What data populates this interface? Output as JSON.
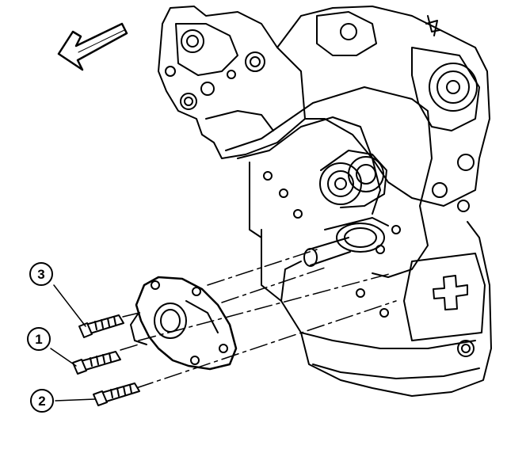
{
  "callouts": [
    {
      "id": "3",
      "label": "3"
    },
    {
      "id": "1",
      "label": "1"
    },
    {
      "id": "2",
      "label": "2"
    }
  ],
  "colors": {
    "line": "#000000",
    "background": "#ffffff"
  },
  "icons": [
    "direction-arrow-icon"
  ]
}
